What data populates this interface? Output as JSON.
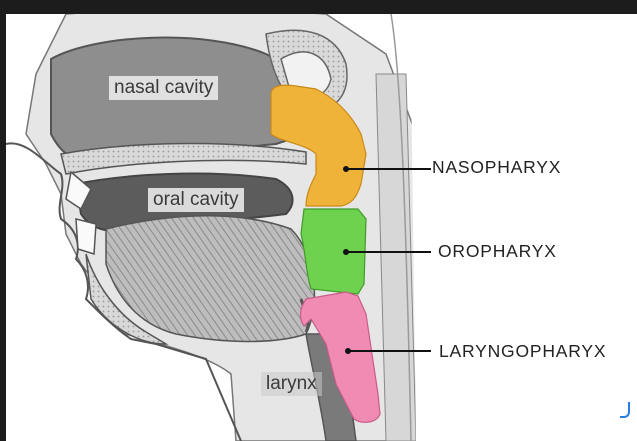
{
  "anatomy_labels": {
    "nasal_cavity": "nasal cavity",
    "oral_cavity": "oral cavity",
    "larynx": "larynx"
  },
  "callouts": {
    "nasopharynx": "NASOPHARYX",
    "oropharynx": "OROPHARYX",
    "laryngopharynx": "LARYNGOPHARYX"
  },
  "colors": {
    "nasopharynx": "#f0b33a",
    "oropharynx": "#6fd24f",
    "laryngopharynx": "#f08cb3",
    "frame": "#1c1c1c"
  }
}
